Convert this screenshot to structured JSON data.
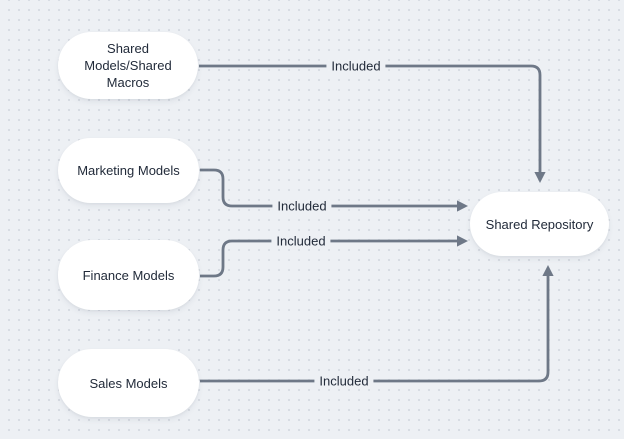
{
  "diagram": {
    "title": "",
    "nodes": [
      {
        "id": "shared-models-shared-macros",
        "label": "Shared\nModels/Shared\nMacros"
      },
      {
        "id": "marketing-models",
        "label": "Marketing Models"
      },
      {
        "id": "finance-models",
        "label": "Finance Models"
      },
      {
        "id": "sales-models",
        "label": "Sales Models"
      },
      {
        "id": "shared-repository",
        "label": "Shared Repository"
      }
    ],
    "edges": [
      {
        "from": "shared-models-shared-macros",
        "to": "shared-repository",
        "label": "Included",
        "arrow_enters": "top"
      },
      {
        "from": "marketing-models",
        "to": "shared-repository",
        "label": "Included",
        "arrow_enters": "left"
      },
      {
        "from": "finance-models",
        "to": "shared-repository",
        "label": "Included",
        "arrow_enters": "left"
      },
      {
        "from": "sales-models",
        "to": "shared-repository",
        "label": "Included",
        "arrow_enters": "bottom"
      }
    ],
    "colors": {
      "background": "#edf0f4",
      "grid_dot": "#d0d5dd",
      "node_fill": "#ffffff",
      "edge": "#6e7887",
      "text": "#222b3a"
    }
  }
}
